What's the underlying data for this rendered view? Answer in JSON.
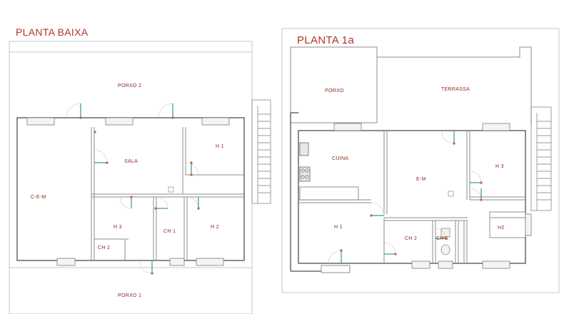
{
  "plans": {
    "ground": {
      "title": "PLANTA BAIXA",
      "rooms": {
        "porxo2": "PORXO 2",
        "sala": "SALA",
        "h1": "H 1",
        "cem": "C-E-M",
        "h3": "H 3",
        "ch1": "CH 1",
        "h2": "H 2",
        "ch2": "CH 2",
        "porxo1": "PORXO 1"
      }
    },
    "first": {
      "title": "PLANTA 1a",
      "rooms": {
        "porxo": "PORXO",
        "terrassa": "TERRASSA",
        "cuina": "CUINA",
        "em": "E-M",
        "h3": "H 3",
        "h1": "H 1",
        "ch2": "CH 2",
        "ch1": "CH 1",
        "h2": "H2"
      }
    }
  },
  "colors": {
    "title": "#b3322b",
    "room_label": "#8b2a22",
    "wall": "#6f6f6f",
    "door": "#3a9a86"
  }
}
